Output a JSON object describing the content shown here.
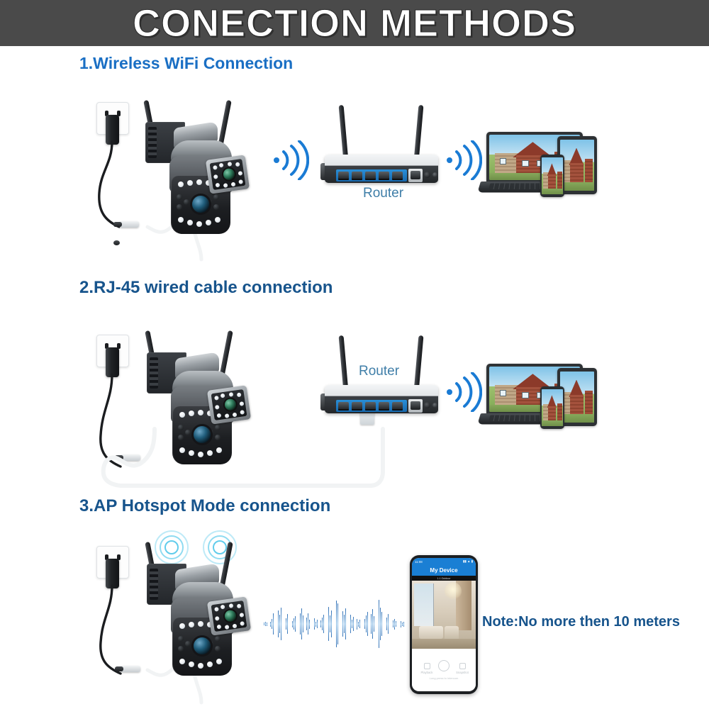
{
  "header": {
    "title": "CONECTION METHODS",
    "bar_color": "#4a4a4a",
    "text_color": "#ffffff"
  },
  "theme": {
    "accent_blue": "#1a6fc4",
    "heading_navy": "#17548c",
    "wifi_blue": "#1a7bd4",
    "ring_cyan": "#45c3e8",
    "router_label_blue": "#3f7ea8",
    "page_background": "#ffffff"
  },
  "sections": [
    {
      "index": "1",
      "heading": "1.Wireless WiFi Connection",
      "devices": {
        "camera": "ptz-dual-lens-camera",
        "power": "wall-socket-with-adapter",
        "router_label": "Router",
        "client_devices": [
          "laptop",
          "tablet",
          "smartphone"
        ]
      },
      "signals": [
        "wifi-arc-left",
        "wifi-arc-right"
      ]
    },
    {
      "index": "2",
      "heading": "2.RJ-45 wired cable connection",
      "devices": {
        "camera": "ptz-dual-lens-camera",
        "power": "wall-socket-with-adapter",
        "router_label": "Router",
        "cable": "rj45-ethernet-cable",
        "client_devices": [
          "laptop",
          "tablet",
          "smartphone"
        ]
      },
      "signals": [
        "wifi-arc-right"
      ]
    },
    {
      "index": "3",
      "heading": "3.AP Hotspot Mode connection",
      "devices": {
        "camera": "ptz-dual-lens-camera",
        "power": "wall-socket-with-adapter",
        "phone_app": "my-device-app"
      },
      "signals": [
        "ap-hotspot-rings",
        "audio-waveform"
      ],
      "note": "Note:No more then 10 meters"
    }
  ],
  "router": {
    "label": "Router",
    "port_count": 5,
    "antenna_count": 2
  },
  "phone_app": {
    "status_time": "11:08",
    "status_icons": "signal-wifi-battery",
    "title": "My Device",
    "subtitle": "1.1 Outdoor",
    "controls": [
      {
        "label": "Playback",
        "icon": "playback-icon"
      },
      {
        "label": "",
        "icon": "microphone-icon"
      },
      {
        "label": "Snapshot",
        "icon": "snapshot-icon"
      }
    ],
    "hint": "Long press to intercom"
  },
  "note": {
    "text": "Note:No more then 10 meters"
  }
}
